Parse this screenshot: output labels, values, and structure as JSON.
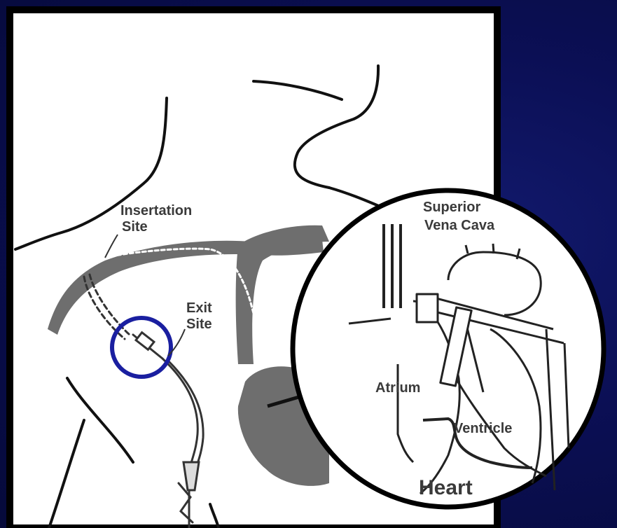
{
  "labels": {
    "insertion_site_line1": "Insertation",
    "insertion_site_line2": "Site",
    "exit_site_line1": "Exit",
    "exit_site_line2": "Site",
    "svc_line1": "Superior",
    "svc_line2": "Vena Cava",
    "atrium": "Atrium",
    "ventricle": "Ventricle",
    "heart": "Heart"
  },
  "colors": {
    "background": "#0b0f55",
    "panel": "#ffffff",
    "outline": "#111111",
    "vein_shade": "#6e6e6e",
    "highlight_circle": "#1a1fa0",
    "label_text": "#3a3a3a"
  }
}
